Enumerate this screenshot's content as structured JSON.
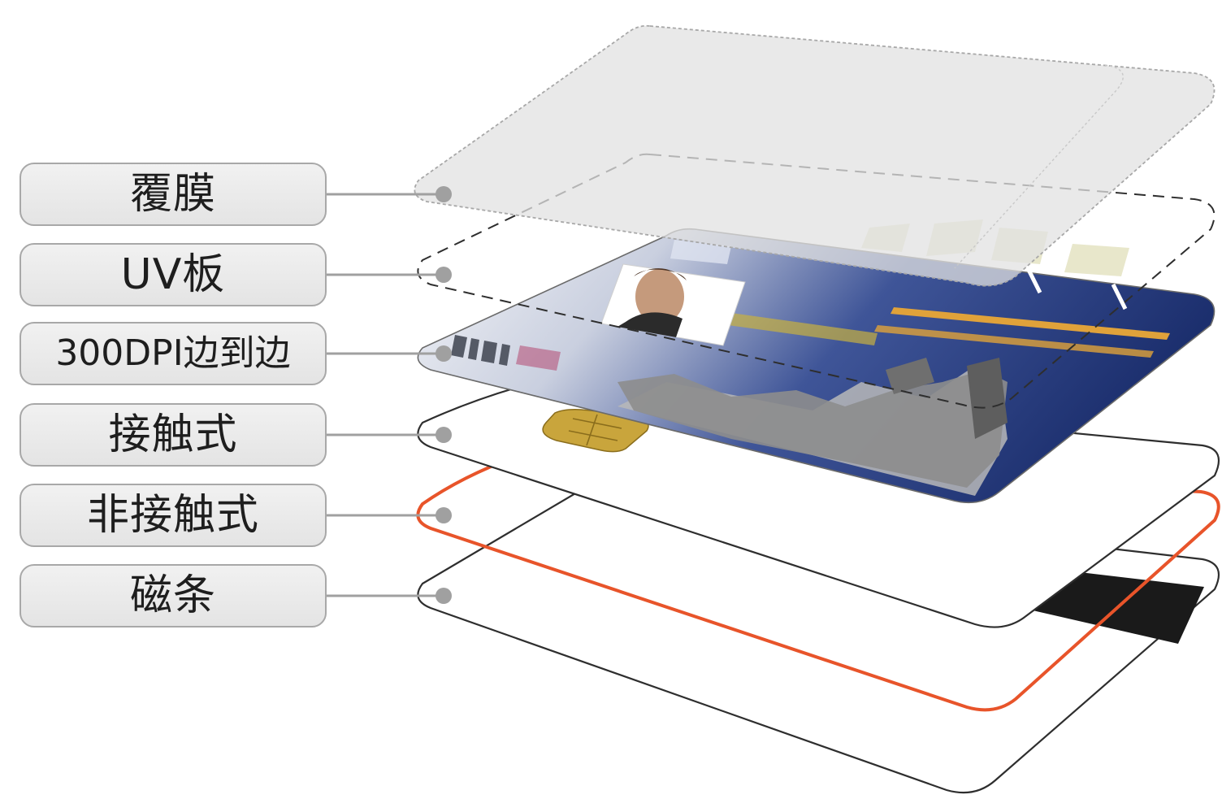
{
  "layers": [
    {
      "label": "覆膜"
    },
    {
      "label": "UV板"
    },
    {
      "label": "300DPI边到边"
    },
    {
      "label": "接触式"
    },
    {
      "label": "非接触式"
    },
    {
      "label": "磁条"
    }
  ],
  "colors": {
    "label_border": "#a8a8a8",
    "label_fill": "#e8e8e8",
    "connector": "#a0a0a0",
    "laminate_fill": "#e2e2e2",
    "print_blue": "#1c2f6e",
    "chip_gold": "#c9a53c",
    "antenna_orange": "#e8542a",
    "magstripe": "#1a1a1a",
    "card_outline": "#333333"
  }
}
